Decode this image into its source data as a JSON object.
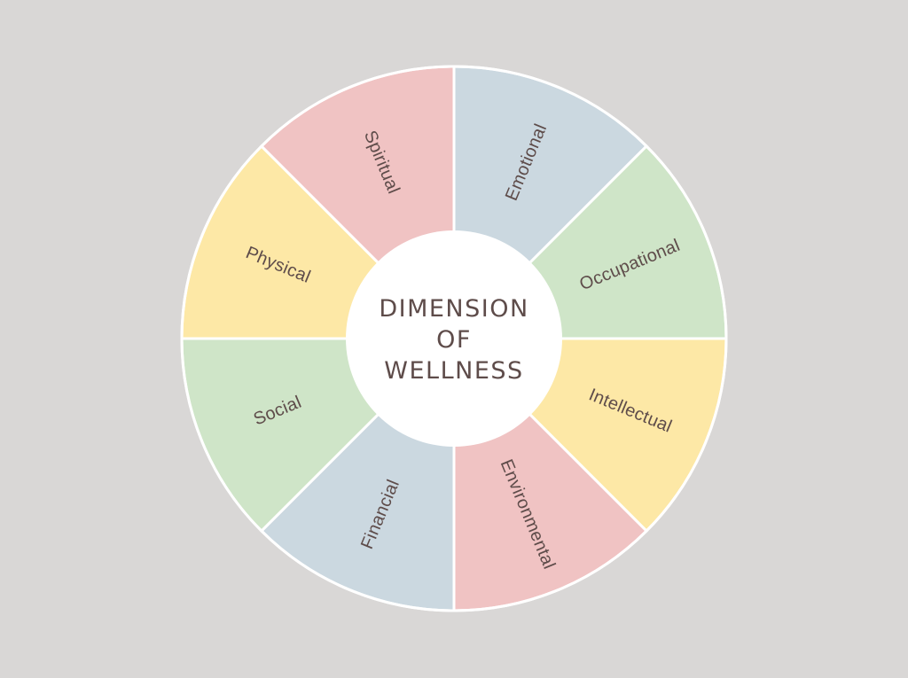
{
  "center": {
    "line1": "DIMENSION",
    "line2": "OF",
    "line3": "WELLNESS"
  },
  "dimensions": [
    {
      "label": "Emotional",
      "color": "#cbd8e0"
    },
    {
      "label": "Occupational",
      "color": "#cfe5c8"
    },
    {
      "label": "Intellectual",
      "color": "#fde8a6"
    },
    {
      "label": "Environmental",
      "color": "#f0c3c3"
    },
    {
      "label": "Financial",
      "color": "#cbd8e0"
    },
    {
      "label": "Social",
      "color": "#cfe5c8"
    },
    {
      "label": "Physical",
      "color": "#fde8a6"
    },
    {
      "label": "Spiritual",
      "color": "#f0c3c3"
    }
  ],
  "colors": {
    "background": "#d9d7d6",
    "outline": "#ffffff",
    "text": "#5e4c4a"
  }
}
